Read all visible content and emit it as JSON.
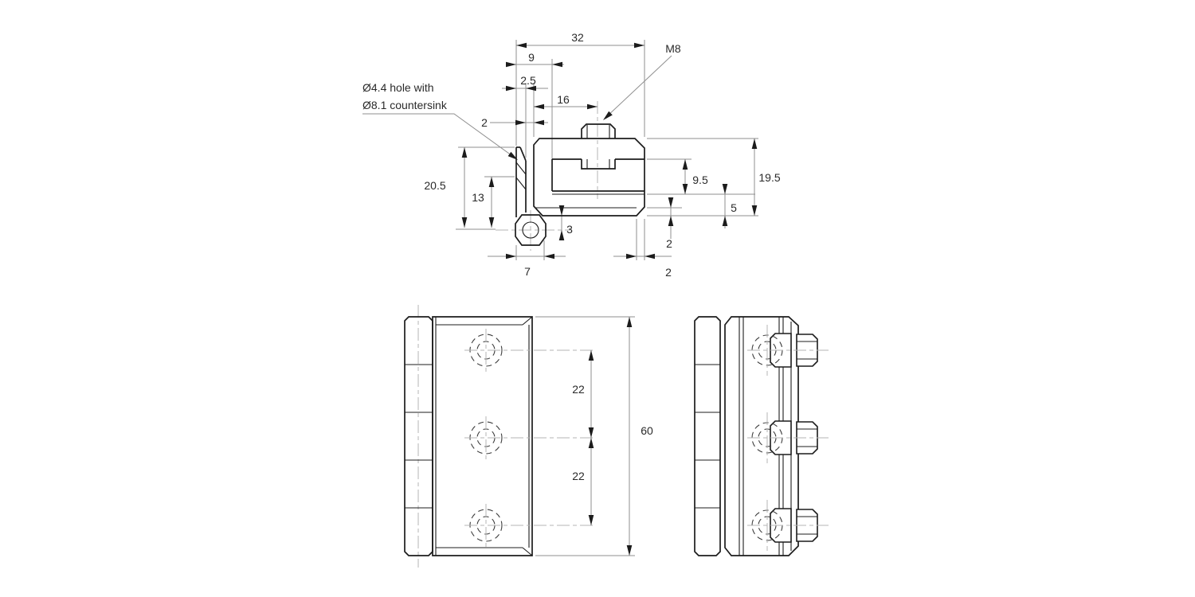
{
  "drawing": {
    "title": "hinge technical drawing",
    "callout": {
      "line1": "Ø4.4 hole with",
      "line2": "Ø8.1 countersink"
    },
    "labels": {
      "thread": "M8"
    },
    "top_view_dims": {
      "overall_width": "32",
      "leaf_to_slot": "9",
      "leaf_thickness": "2.5",
      "bolt_center_offset": "16",
      "leaf_gap": "2",
      "leaf_height": "20.5",
      "hole_center_height": "13",
      "slot_opening": "9.5",
      "body_height": "19.5",
      "lower_arm_height": "5",
      "lip_thickness": "2",
      "pin_offset": "3",
      "knuckle_width": "7",
      "chamfer_width": "2"
    },
    "front_view_dims": {
      "hole_pitch_upper": "22",
      "hole_pitch_lower": "22",
      "overall_height": "60"
    },
    "colors": {
      "outline": "#1c1c1c",
      "dimension": "#8f8f8f",
      "centerline": "#b5b5b5",
      "hidden_detail": "#3c3c3c",
      "text": "#2a2a2a",
      "background": "#ffffff"
    }
  }
}
